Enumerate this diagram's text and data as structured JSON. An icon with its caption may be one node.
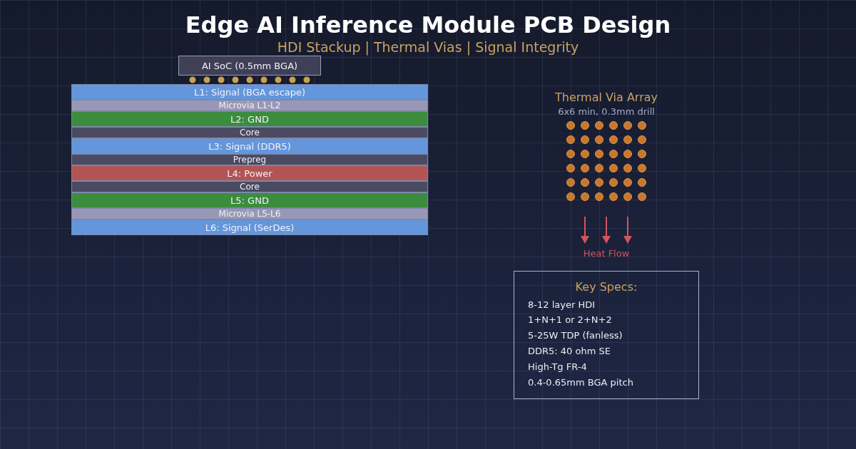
{
  "diagram": {
    "title": "Edge AI Inference Module PCB Design",
    "nodes": [
      {
        "text": [
          "AI SoC (0.5mm BGA)"
        ]
      },
      {
        "text": [
          "L1: Signal (BGA escape)"
        ]
      },
      {
        "text": [
          "Microvia L1-L2"
        ]
      },
      {
        "text": [
          "L2: GND"
        ]
      },
      {
        "text": [
          "Core"
        ]
      },
      {
        "text": [
          "L3: Signal (DDR5)"
        ]
      },
      {
        "text": [
          "Prepreg"
        ]
      },
      {
        "text": [
          "L4: Power"
        ]
      },
      {
        "text": [
          "Core"
        ]
      },
      {
        "text": [
          "L5: GND"
        ]
      },
      {
        "text": [
          "Microvia L5-L6"
        ]
      },
      {
        "text": [
          "L6: Signal (SerDes)"
        ]
      },
      {
        "text": [
          "Key Specs:",
          "8-12 layer HDI",
          "1+N+1 or 2+N+2",
          "5-25W TDP (fanless)",
          "DDR5: 40 ohm SE",
          "High-Tg FR-4",
          "0.4-0.65mm BGA pitch"
        ]
      }
    ],
    "labels": [
      "HDI Stackup | Thermal Vias | Signal Integrity",
      "Thermal Via Array",
      "6x6 min, 0.3mm drill",
      "Heat Flow"
    ]
  }
}
